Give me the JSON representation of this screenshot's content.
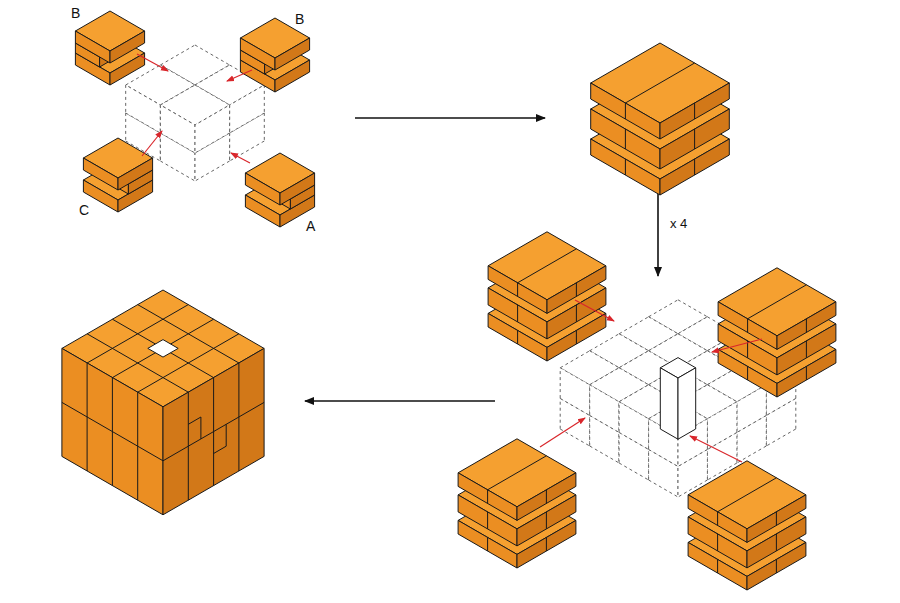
{
  "diagram": {
    "labels": [
      "B",
      "B",
      "C",
      "A",
      "x 4"
    ]
  }
}
